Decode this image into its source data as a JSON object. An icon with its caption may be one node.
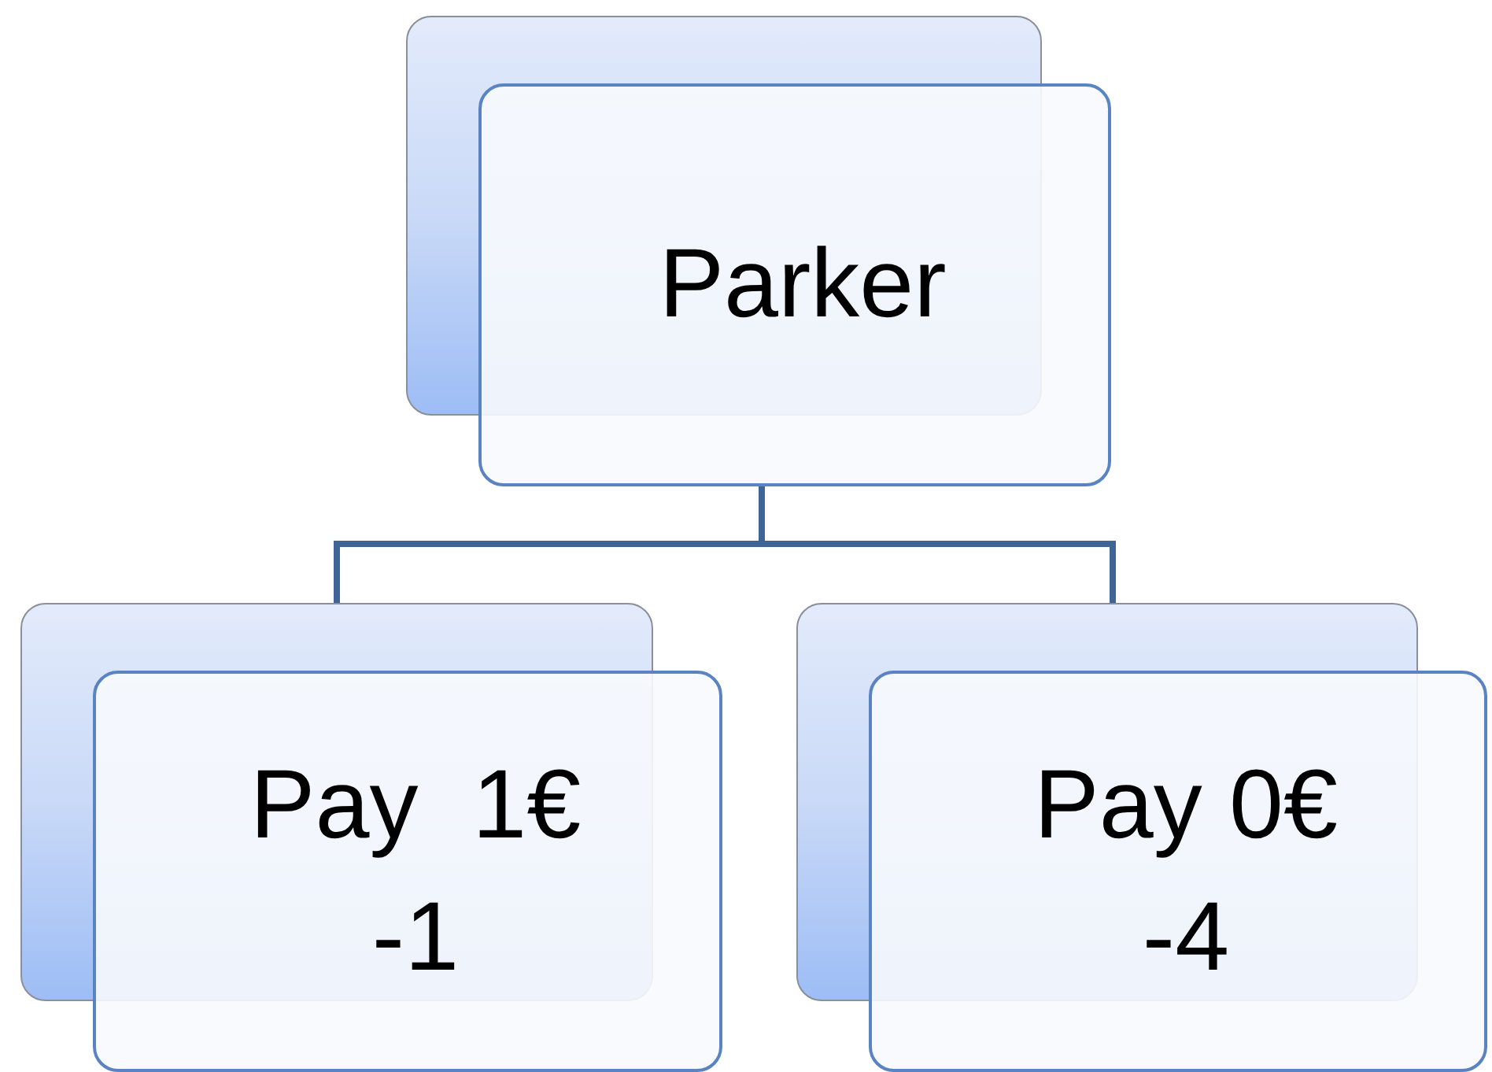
{
  "diagram": {
    "nodes": [
      {
        "text": [
          "Parker"
        ]
      },
      {
        "text": [
          "Pay  1€",
          "-1"
        ]
      },
      {
        "text": [
          "Pay 0€",
          "-4"
        ]
      }
    ],
    "edges": [
      {
        "from": 0,
        "to": 1,
        "arrow": "none"
      },
      {
        "from": 0,
        "to": 2,
        "arrow": "none"
      }
    ]
  }
}
